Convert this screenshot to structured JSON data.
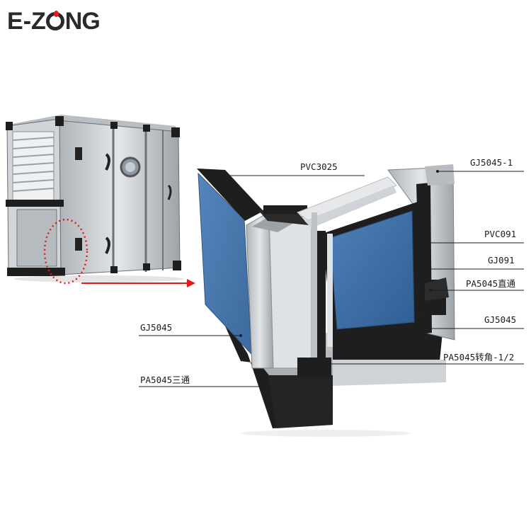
{
  "brand": {
    "logo_text": "E-ZONG",
    "logo_left": "E",
    "logo_dash": "-",
    "logo_right": "NG",
    "logo_z": "Z"
  },
  "labels": {
    "pvc3025": "PVC3025",
    "gj5045_1": "GJ5045-1",
    "pvc091": "PVC091",
    "gj091": "GJ091",
    "pa5045_straight": "PA5045直通",
    "gj5045_right": "GJ5045",
    "gj5045_left": "GJ5045",
    "pa5045_corner": "PA5045转角-1/2",
    "pa5045_tee": "PA5045三通"
  },
  "colors": {
    "pointer_red": "#e21b1b",
    "panel_blue": "#4a79ad",
    "frame_black": "#1e1e1e",
    "aluminum": "#c9cdd1"
  }
}
